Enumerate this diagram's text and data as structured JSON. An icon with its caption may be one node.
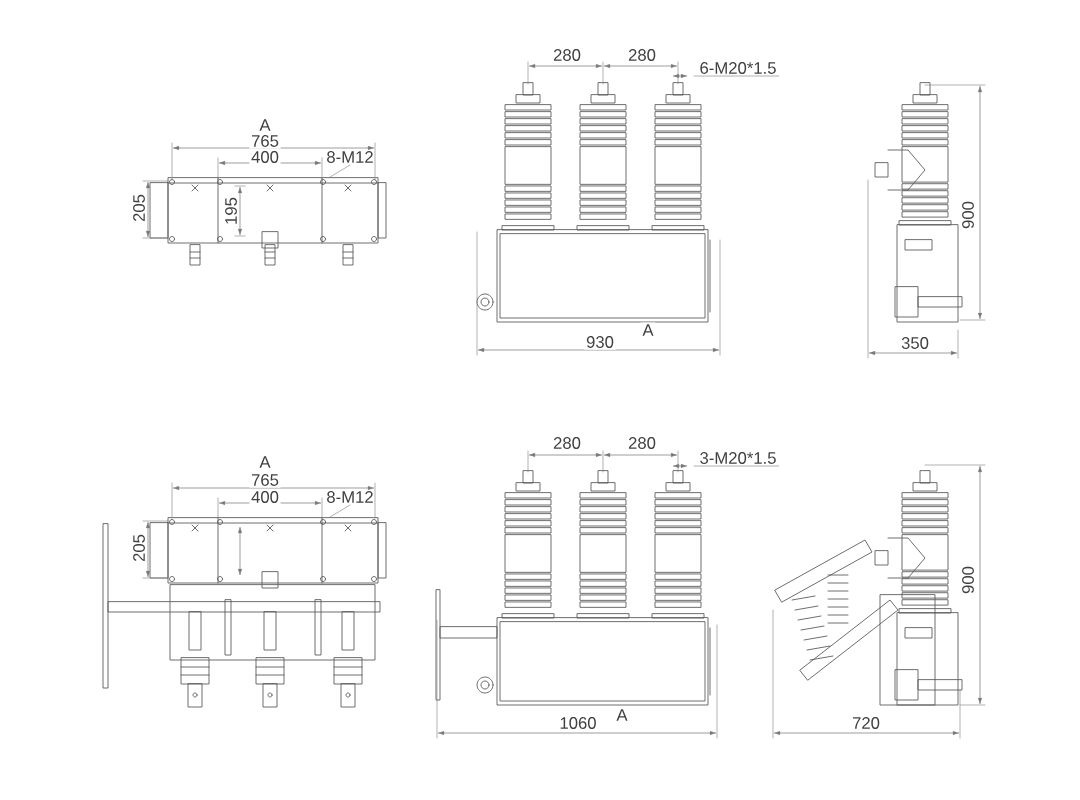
{
  "diagram": {
    "nodes": [
      {
        "text": [
          "8-M12"
        ]
      },
      {
        "text": [
          "6-M20*1.5"
        ]
      },
      {
        "text": [
          "8-M12"
        ]
      },
      {
        "text": [
          "3-M20*1.5"
        ]
      }
    ],
    "edges": [
      {
        "from": 0,
        "to": null,
        "arrow": "none"
      },
      {
        "from": 1,
        "to": null,
        "arrow": "none"
      },
      {
        "from": 2,
        "to": null,
        "arrow": "none"
      },
      {
        "from": 3,
        "to": null,
        "arrow": "none"
      }
    ],
    "labels": [
      "A",
      "765",
      "400",
      "205",
      "195",
      "280",
      "280",
      "930",
      "A",
      "900",
      "350",
      "A",
      "765",
      "400",
      "205",
      "280",
      "280",
      "1060",
      "A",
      "900",
      "720"
    ]
  }
}
